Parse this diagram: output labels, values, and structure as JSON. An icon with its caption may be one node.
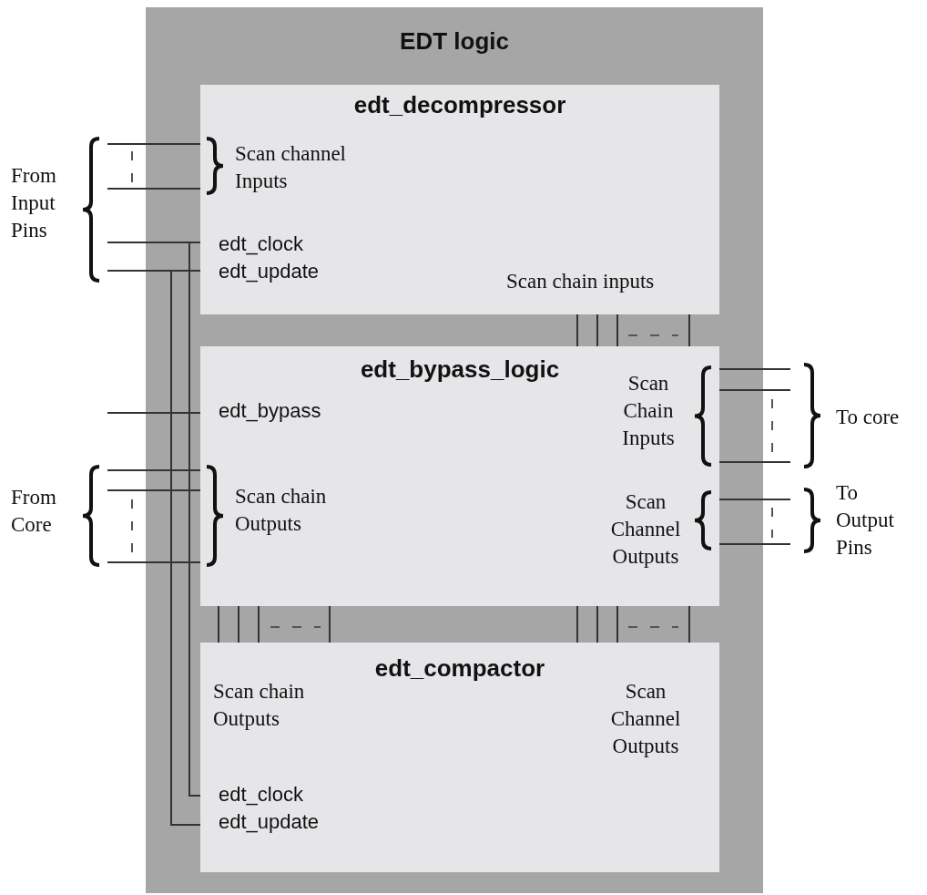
{
  "diagram": {
    "nodes": [
      {
        "text": [
          "EDT logic"
        ]
      },
      {
        "text": [
          "edt_decompressor",
          "Scan channel Inputs",
          "edt_clock",
          "edt_update",
          "Scan chain inputs"
        ],
        "in": 0
      },
      {
        "text": [
          "edt_bypass_logic",
          "edt_bypass",
          "Scan chain Outputs",
          "Scan Chain Inputs",
          "Scan Channel Outputs"
        ],
        "in": 0
      },
      {
        "text": [
          "edt_compactor",
          "Scan chain Outputs",
          "Scan Channel Outputs",
          "edt_clock",
          "edt_update"
        ],
        "in": 0
      }
    ],
    "edges": [
      {
        "from": null,
        "to": 1,
        "arrow": "none"
      },
      {
        "from": null,
        "to": 1,
        "arrow": "none"
      },
      {
        "from": null,
        "to": 1,
        "arrow": "none"
      },
      {
        "from": 1,
        "to": 2,
        "arrow": "none"
      },
      {
        "from": null,
        "to": 2,
        "arrow": "none"
      },
      {
        "from": null,
        "to": 2,
        "arrow": "none"
      },
      {
        "from": 2,
        "to": null,
        "arrow": "none"
      },
      {
        "from": 2,
        "to": null,
        "arrow": "none"
      },
      {
        "from": 2,
        "to": 3,
        "arrow": "none"
      },
      {
        "from": 3,
        "to": 2,
        "arrow": "none"
      },
      {
        "from": null,
        "to": 3,
        "arrow": "none"
      },
      {
        "from": null,
        "to": 3,
        "arrow": "none"
      }
    ],
    "labels": [
      "From Input Pins",
      "From Core",
      "To core",
      "To Output Pins"
    ]
  }
}
